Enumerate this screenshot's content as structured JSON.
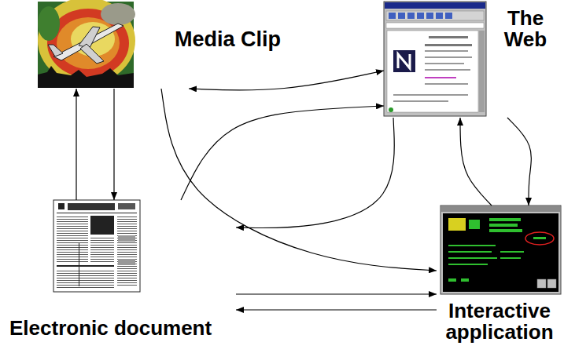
{
  "diagram": {
    "nodes": [
      {
        "text": [
          "Media Clip"
        ]
      },
      {
        "text": [
          "The Web"
        ]
      },
      {
        "text": [
          "Electronic document"
        ]
      },
      {
        "text": [
          "Interactive application"
        ]
      }
    ],
    "edges": [
      {
        "from": 0,
        "to": 2,
        "arrow": "to"
      },
      {
        "from": 2,
        "to": 0,
        "arrow": "to"
      },
      {
        "from": 0,
        "to": 1,
        "arrow": "both"
      },
      {
        "from": 0,
        "to": 3,
        "arrow": "to"
      },
      {
        "from": 2,
        "to": 1,
        "arrow": "to"
      },
      {
        "from": 1,
        "to": 2,
        "arrow": "to"
      },
      {
        "from": 2,
        "to": 3,
        "arrow": "to"
      },
      {
        "from": 3,
        "to": 2,
        "arrow": "to"
      },
      {
        "from": 1,
        "to": 3,
        "arrow": "to"
      },
      {
        "from": 3,
        "to": 1,
        "arrow": "to"
      }
    ]
  }
}
